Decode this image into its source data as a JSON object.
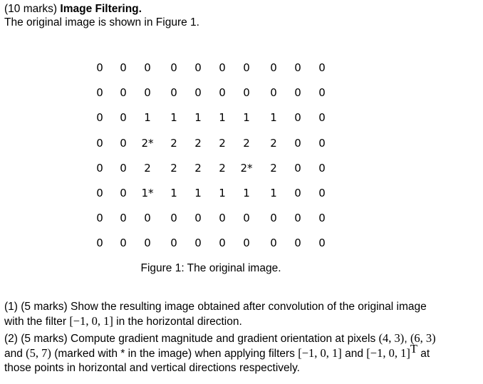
{
  "header": {
    "marks": "(10 marks)",
    "title": "Image Filtering.",
    "subtitle": "The original image is shown in Figure 1."
  },
  "matrix": {
    "rows": [
      [
        "0",
        "0",
        "0",
        "0",
        "0",
        "0",
        "0",
        "0",
        "0",
        "0"
      ],
      [
        "0",
        "0",
        "0",
        "0",
        "0",
        "0",
        "0",
        "0",
        "0",
        "0"
      ],
      [
        "0",
        "0",
        "1",
        "1",
        "1",
        "1",
        "1",
        "1",
        "0",
        "0"
      ],
      [
        "0",
        "0",
        "2*",
        "2",
        "2",
        "2",
        "2",
        "2",
        "0",
        "0"
      ],
      [
        "0",
        "0",
        "2",
        "2",
        "2",
        "2",
        "2*",
        "2",
        "0",
        "0"
      ],
      [
        "0",
        "0",
        "1*",
        "1",
        "1",
        "1",
        "1",
        "1",
        "0",
        "0"
      ],
      [
        "0",
        "0",
        "0",
        "0",
        "0",
        "0",
        "0",
        "0",
        "0",
        "0"
      ],
      [
        "0",
        "0",
        "0",
        "0",
        "0",
        "0",
        "0",
        "0",
        "0",
        "0"
      ]
    ],
    "caption": "Figure 1: The original image."
  },
  "questions": {
    "q1": {
      "line1": "(1) (5 marks) Show the resulting image obtained after convolution of the original image",
      "line2_pre": "with the filter ",
      "filter": "[−1, 0, 1]",
      "line2_post": " in the horizontal direction."
    },
    "q2": {
      "line1_pre": "(2) (5 marks) Compute gradient magnitude and gradient orientation at pixels ",
      "p1": "(4, 3)",
      "sep1": ", ",
      "p2": "(6, 3)",
      "line2_pre": "and ",
      "p3": "(5, 7)",
      "line2_mid": " (marked with * in the image) when applying filters ",
      "f1": "[−1, 0, 1]",
      "and": " and ",
      "f2": "[−1, 0, 1]",
      "transpose": "T",
      "at": " at",
      "line3": "those points in horizontal and vertical directions respectively."
    }
  }
}
